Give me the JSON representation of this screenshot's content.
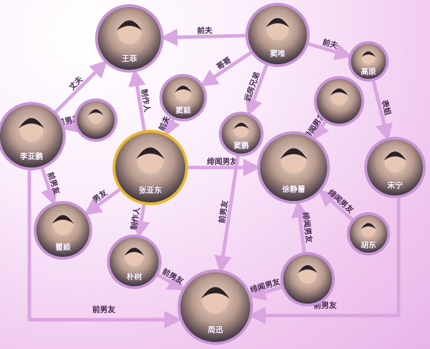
{
  "colors": {
    "edge": "#d9a6e0",
    "node_border": "#c894d6",
    "center_border": "#e8b830",
    "label_text": "#4a2a55"
  },
  "nodes": [
    {
      "id": "wangfei",
      "name": "王菲"
    },
    {
      "id": "douwei",
      "name": "窦唯"
    },
    {
      "id": "gaoyuan",
      "name": "高原"
    },
    {
      "id": "douying",
      "name": "窦颖"
    },
    {
      "id": "smallwoman",
      "name": ""
    },
    {
      "id": "liyapeng",
      "name": "李亚鹏"
    },
    {
      "id": "doupeng",
      "name": "窦鹏"
    },
    {
      "id": "wangshuo",
      "name": ""
    },
    {
      "id": "zhangyadong",
      "name": "张亚东"
    },
    {
      "id": "xujinglei",
      "name": "徐静蕾"
    },
    {
      "id": "songning",
      "name": "宋宁"
    },
    {
      "id": "quying",
      "name": "瞿颖"
    },
    {
      "id": "hudong",
      "name": "胡东"
    },
    {
      "id": "pushu",
      "name": "朴树"
    },
    {
      "id": "fengman",
      "name": ""
    },
    {
      "id": "zhouxun",
      "name": "周迅"
    }
  ],
  "edges": [
    {
      "from": "douwei",
      "to": "wangfei",
      "label": "前夫"
    },
    {
      "from": "douwei",
      "to": "gaoyuan",
      "label": "前夫"
    },
    {
      "from": "douwei",
      "to": "douying",
      "label": "哥哥"
    },
    {
      "from": "douwei",
      "to": "doupeng",
      "label": "远房兄弟"
    },
    {
      "from": "gaoyuan",
      "to": "songning",
      "label": "表姐"
    },
    {
      "from": "liyapeng",
      "to": "wangfei",
      "label": "丈夫"
    },
    {
      "from": "smallwoman",
      "to": "liyapeng",
      "label": "前男友"
    },
    {
      "from": "zhangyadong",
      "to": "wangfei",
      "label": "制作人"
    },
    {
      "from": "douying",
      "to": "zhangyadong",
      "label": "前夫"
    },
    {
      "from": "zhangyadong",
      "to": "xujinglei",
      "label": "绯闻男友"
    },
    {
      "from": "wangshuo",
      "to": "xujinglei",
      "label": "绯闻男友"
    },
    {
      "from": "zhangyadong",
      "to": "quying",
      "label": "男友"
    },
    {
      "from": "liyapeng",
      "to": "quying",
      "label": "前男友"
    },
    {
      "from": "zhangyadong",
      "to": "pushu",
      "label": "制作人"
    },
    {
      "from": "doupeng",
      "to": "zhouxun",
      "label": "前男友"
    },
    {
      "from": "pushu",
      "to": "zhouxun",
      "label": "前男友"
    },
    {
      "from": "fengman",
      "to": "zhouxun",
      "label": "绯闻男友"
    },
    {
      "from": "fengman",
      "to": "xujinglei",
      "label": "绯闻男友"
    },
    {
      "from": "hudong",
      "to": "xujinglei",
      "label": "绯闻男友"
    },
    {
      "from": "liyapeng",
      "to": "zhouxun",
      "label": "前男友"
    },
    {
      "from": "songning",
      "to": "zhouxun",
      "label": "前男友"
    }
  ]
}
